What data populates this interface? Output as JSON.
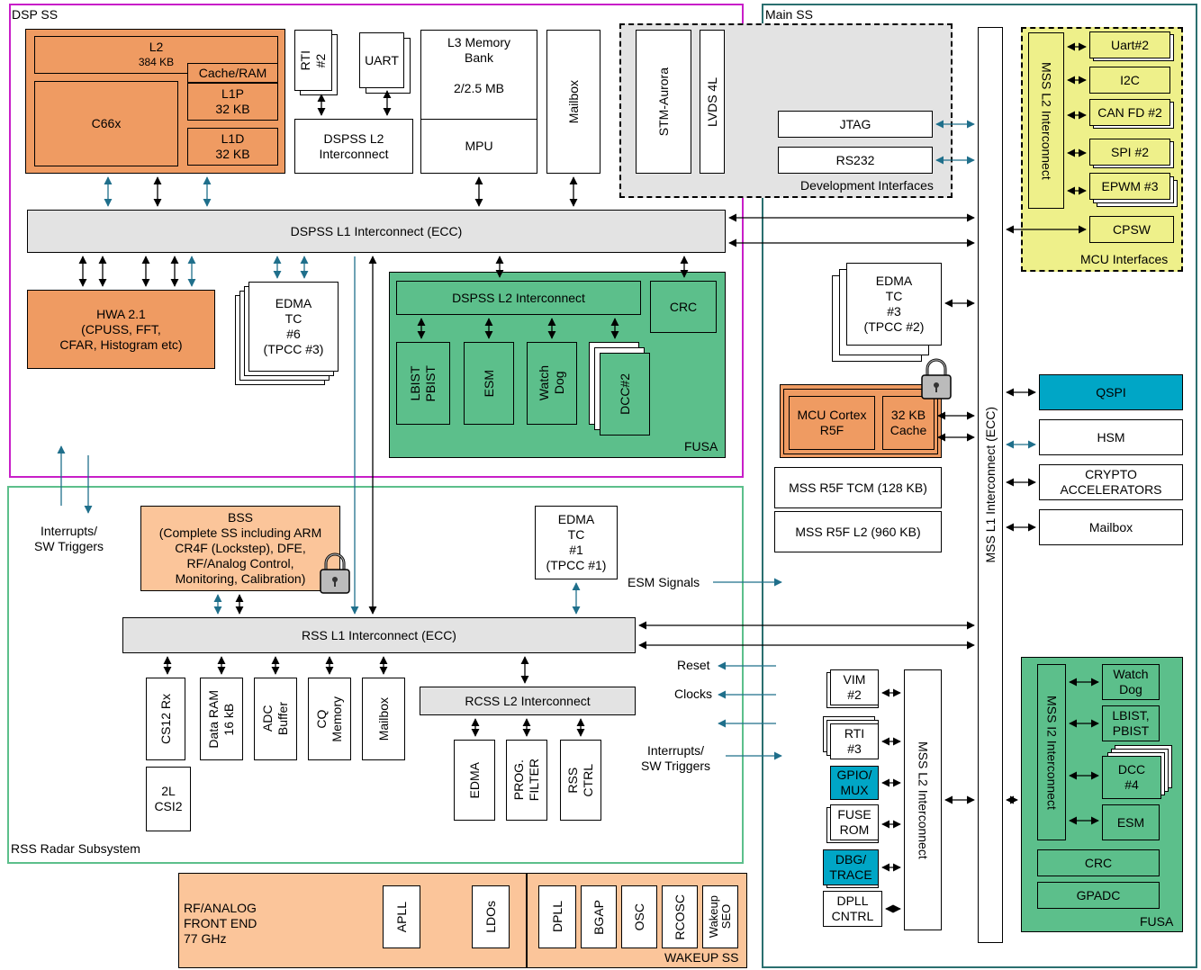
{
  "regions": {
    "dsp_ss": "DSP SS",
    "main_ss": "Main SS",
    "rss": "RSS Radar Subsystem",
    "fusa_dsp": "FUSA",
    "fusa_mss": "FUSA",
    "mcu_interfaces": "MCU Interfaces",
    "development_interfaces": "Development Interfaces",
    "wakeup_ss": "WAKEUP SS"
  },
  "dsp": {
    "l2": "L2",
    "l2_size": "384 KB",
    "c66x": "C66x",
    "cache_ram": "Cache/RAM",
    "l1p": "L1P\n32 KB",
    "l1d": "L1D\n32 KB",
    "rti2": "RTI\n#2",
    "uart": "UART",
    "dspss_l2_ic_top": "DSPSS L2\nInterconnect",
    "l3_memory": "L3 Memory\nBank\n\n2/2.5 MB",
    "mpu": "MPU",
    "mailbox": "Mailbox",
    "stm_aurora": "STM-Aurora",
    "lvds": "LVDS 4L",
    "jtag": "JTAG",
    "rs232": "RS232",
    "dspss_l1_ic": "DSPSS L1 Interconnect (ECC)",
    "hwa": "HWA 2.1\n(CPUSS, FFT,\nCFAR, Histogram etc)",
    "edma_tc6": "EDMA\nTC\n#6\n(TPCC #3)",
    "dspss_l2_ic": "DSPSS L2 Interconnect",
    "crc": "CRC",
    "lbist_pbist": "LBIST\nPBIST",
    "esm": "ESM",
    "watchdog": "Watch\nDog",
    "dcc2": "DCC#2"
  },
  "rss": {
    "bss": "BSS\n(Complete SS including ARM\nCR4F (Lockstep), DFE,\nRF/Analog Control,\nMonitoring, Calibration)",
    "edma_tc1": "EDMA\nTC\n#1\n(TPCC #1)",
    "rss_l1_ic": "RSS L1 Interconnect (ECC)",
    "cs12rx": "CS12 Rx",
    "data_ram": "Data RAM\n16 kB",
    "adc_buffer": "ADC\nBuffer",
    "cq_memory": "CQ\nMemory",
    "mailbox": "Mailbox",
    "rcss_l2_ic": "RCSS L2 Interconnect",
    "edma": "EDMA",
    "prog_filter": "PROG.\nFILTER",
    "rss_ctrl": "RSS\nCTRL",
    "csi2": "2L\nCSI2"
  },
  "signals": {
    "interrupts_left": "Interrupts/\nSW Triggers",
    "esm_signals": "ESM Signals",
    "reset": "Reset",
    "clocks": "Clocks",
    "interrupts_right": "Interrupts/\nSW Triggers"
  },
  "main": {
    "mss_l1_ic": "MSS L1 Interconnect (ECC)",
    "mss_l2_ic_mcu": "MSS L2 Interconnect",
    "uart2": "Uart#2",
    "i2c": "I2C",
    "canfd2": "CAN FD #2",
    "spi2": "SPI #2",
    "epwm3": "EPWM #3",
    "cpsw": "CPSW",
    "edma_tc3": "EDMA\nTC\n#3\n(TPCC #2)",
    "mcu_cortex": "MCU Cortex\nR5F",
    "cache32": "32 KB\nCache",
    "tcm": "MSS R5F TCM (128 KB)",
    "l2mem": "MSS R5F L2 (960 KB)",
    "qspi": "QSPI",
    "hsm": "HSM",
    "crypto": "CRYPTO\nACCELERATORS",
    "mailbox": "Mailbox",
    "vim2": "VIM\n#2",
    "rti3": "RTI\n#3",
    "gpio": "GPIO/\nMUX",
    "fuse": "FUSE\nROM",
    "dbg": "DBG/\nTRACE",
    "dpll_ctrl": "DPLL\nCNTRL",
    "mss_l2_ic": "MSS L2 Interconnect",
    "mss_i2_ic": "MSS I2 Interconnect",
    "watchdog": "Watch\nDog",
    "lbist": "LBIST,\nPBIST",
    "dcc4": "DCC\n#4",
    "esm": "ESM",
    "crc": "CRC",
    "gpadc": "GPADC"
  },
  "rf": {
    "front_end": "RF/ANALOG\nFRONT END\n77 GHz",
    "apll": "APLL",
    "ldos": "LDOs",
    "dpll": "DPLL",
    "bgap": "BGAP",
    "osc": "OSC",
    "rcosc": "RCOSC",
    "wakeup_seo": "Wakeup\nSEO"
  },
  "colors": {
    "dsp_border": "#c81ec8",
    "main_border": "#2a6f6f",
    "rss_border": "#5cbf8b",
    "orange": "#ef9b62",
    "green": "#5cbf8b",
    "yellow": "#eef08a",
    "teal": "#00a6c6",
    "grey": "#e3e3e3",
    "teal_arrow": "#1f6f8b"
  }
}
